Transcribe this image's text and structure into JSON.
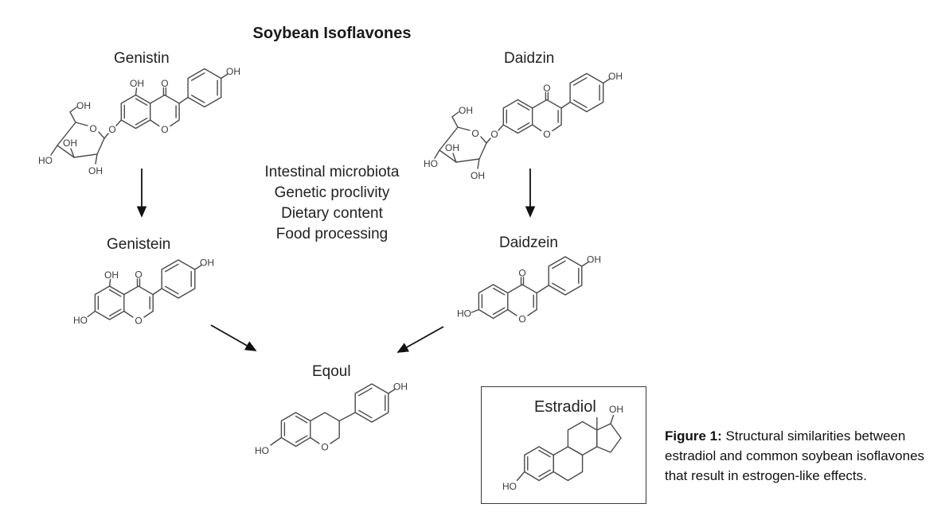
{
  "title": "Soybean Isoflavones",
  "factors": {
    "lines": [
      "Intestinal microbiota",
      "Genetic proclivity",
      "Dietary content",
      "Food processing"
    ]
  },
  "molecules": {
    "genistin": {
      "name": "Genistin",
      "labels": {
        "ch2_oh": "OH",
        "sugar_ring_o": "O",
        "c3_oh": "OH",
        "c4_ho": "HO",
        "c2_oh": "OH",
        "glycosidic_o": "O",
        "oh5": "OH",
        "ketone_o": "O",
        "pyran_o": "O",
        "phenol_oh": "OH"
      }
    },
    "daidzin": {
      "name": "Daidzin",
      "labels": {
        "ch2_oh": "OH",
        "sugar_ring_o": "O",
        "c3_oh": "OH",
        "c4_ho": "HO",
        "c2_oh": "OH",
        "glycosidic_o": "O",
        "ketone_o": "O",
        "pyran_o": "O",
        "phenol_oh": "OH"
      }
    },
    "genistein": {
      "name": "Genistein",
      "labels": {
        "oh5": "OH",
        "ketone_o": "O",
        "ho7": "HO",
        "pyran_o": "O",
        "phenol_oh": "OH"
      }
    },
    "daidzein": {
      "name": "Daidzein",
      "labels": {
        "ketone_o": "O",
        "ho7": "HO",
        "pyran_o": "O",
        "phenol_oh": "OH"
      }
    },
    "equol": {
      "name": "Eqoul",
      "labels": {
        "ho7": "HO",
        "pyran_o": "O",
        "phenol_oh": "OH"
      }
    },
    "estradiol": {
      "name": "Estradiol",
      "labels": {
        "oh17": "OH",
        "ho3": "HO"
      }
    }
  },
  "caption": {
    "label": "Figure 1:",
    "text": "Structural similarities between estradiol and common soybean isoflavones that result in estrogen-like effects."
  }
}
